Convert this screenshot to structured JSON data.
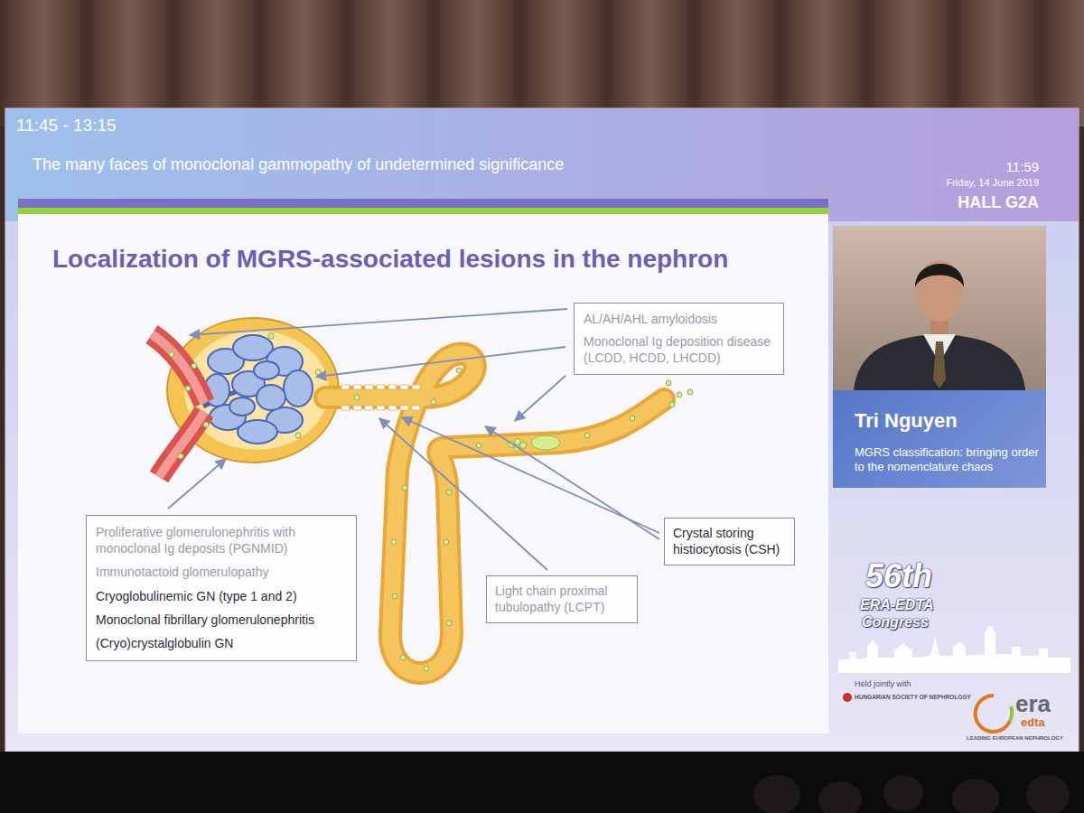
{
  "diagram": {
    "title": "Localization of MGRS-associated lesions in the nephron",
    "nodes": [
      {
        "text": [
          "AL/AH/AHL amyloidosis",
          "Monoclonal Ig deposition disease (LCDD, HCDD, LHCDD)"
        ]
      },
      {
        "text": [
          "Proliferative glomerulonephritis with monoclonal Ig deposits (PGNMID)",
          "Immunotactoid glomerulopathy",
          "Cryoglobulinemic GN (type 1 and 2)",
          "Monoclonal fibrillary glomerulonephritis",
          "(Cryo)crystalglobulin GN"
        ]
      },
      {
        "text": [
          "Crystal storing histiocytosis (CSH)"
        ]
      },
      {
        "text": [
          "Light chain proximal tubulopathy (LCPT)"
        ]
      },
      {
        "text": [
          "Tri Nguyen",
          "MGRS classification: bringing order to the nomenclature chaos"
        ]
      }
    ],
    "labels": [
      "11:45 - 13:15",
      "The many faces of monoclonal gammopathy of undetermined significance",
      "11:59",
      "Friday, 14 June 2019",
      "HALL G2A",
      "56th",
      "ERA-EDTA",
      "Congress",
      "Held jointly with",
      "HUNGARIAN SOCIETY OF NEPHROLOGY",
      "era",
      "edta",
      "LEADING EUROPEAN NEPHROLOGY"
    ]
  }
}
